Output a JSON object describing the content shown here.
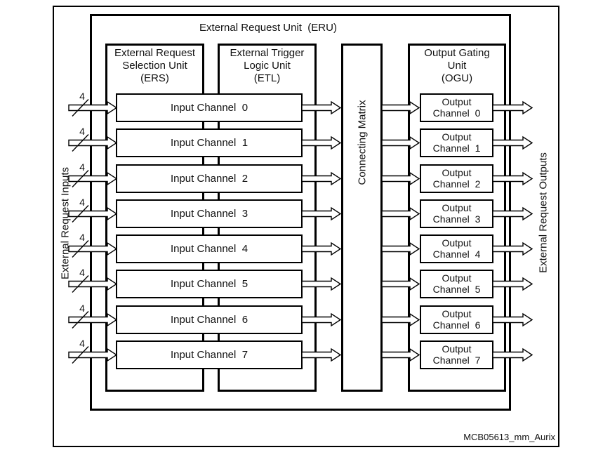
{
  "title": "External Request Unit  (ERU)",
  "caption": "MCB05613_mm_Aurix",
  "side_labels": {
    "left": "External Request Inputs",
    "right": "External Request Outputs"
  },
  "units": {
    "ers": {
      "name": "External Request\nSelection Unit\n(ERS)"
    },
    "etl": {
      "name": "External Trigger\nLogic Unit\n(ETL)"
    },
    "matrix": {
      "name": "Connecting Matrix"
    },
    "ogu": {
      "name": "Output Gating\nUnit\n(OGU)"
    }
  },
  "input_channels": [
    {
      "label": "Input Channel  0",
      "bus_width": "4"
    },
    {
      "label": "Input Channel  1",
      "bus_width": "4"
    },
    {
      "label": "Input Channel  2",
      "bus_width": "4"
    },
    {
      "label": "Input Channel  3",
      "bus_width": "4"
    },
    {
      "label": "Input Channel  4",
      "bus_width": "4"
    },
    {
      "label": "Input Channel  5",
      "bus_width": "4"
    },
    {
      "label": "Input Channel  6",
      "bus_width": "4"
    },
    {
      "label": "Input Channel  7",
      "bus_width": "4"
    }
  ],
  "output_channels": [
    {
      "label": "Output\nChannel  0"
    },
    {
      "label": "Output\nChannel  1"
    },
    {
      "label": "Output\nChannel  2"
    },
    {
      "label": "Output\nChannel  3"
    },
    {
      "label": "Output\nChannel  4"
    },
    {
      "label": "Output\nChannel  5"
    },
    {
      "label": "Output\nChannel  6"
    },
    {
      "label": "Output\nChannel  7"
    }
  ]
}
